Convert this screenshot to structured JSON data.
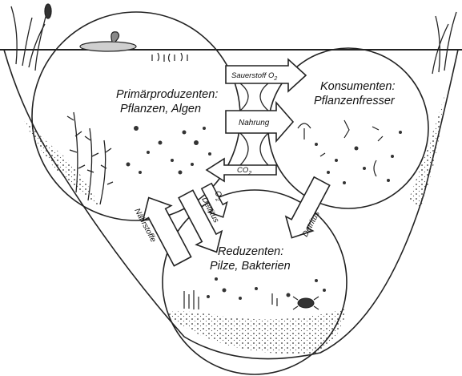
{
  "zones": {
    "producers": {
      "title": "Primärproduzenten:",
      "subtitle": "Pflanzen, Algen"
    },
    "consumers": {
      "title": "Konsumenten:",
      "subtitle": "Pflanzenfresser"
    },
    "reducers": {
      "title": "Reduzenten:",
      "subtitle": "Pilze, Bakterien"
    }
  },
  "flows": {
    "oxygen_top": "Sauerstoff O",
    "oxygen_sub": "2",
    "food": "Nahrung",
    "co2": "CO",
    "co2_sub": "2",
    "o2_lower": "O",
    "o2_lower_sub": "2",
    "detritus_left": "Detritus",
    "detritus_right": "Detritus",
    "nutrients": "Nährstoffe"
  }
}
